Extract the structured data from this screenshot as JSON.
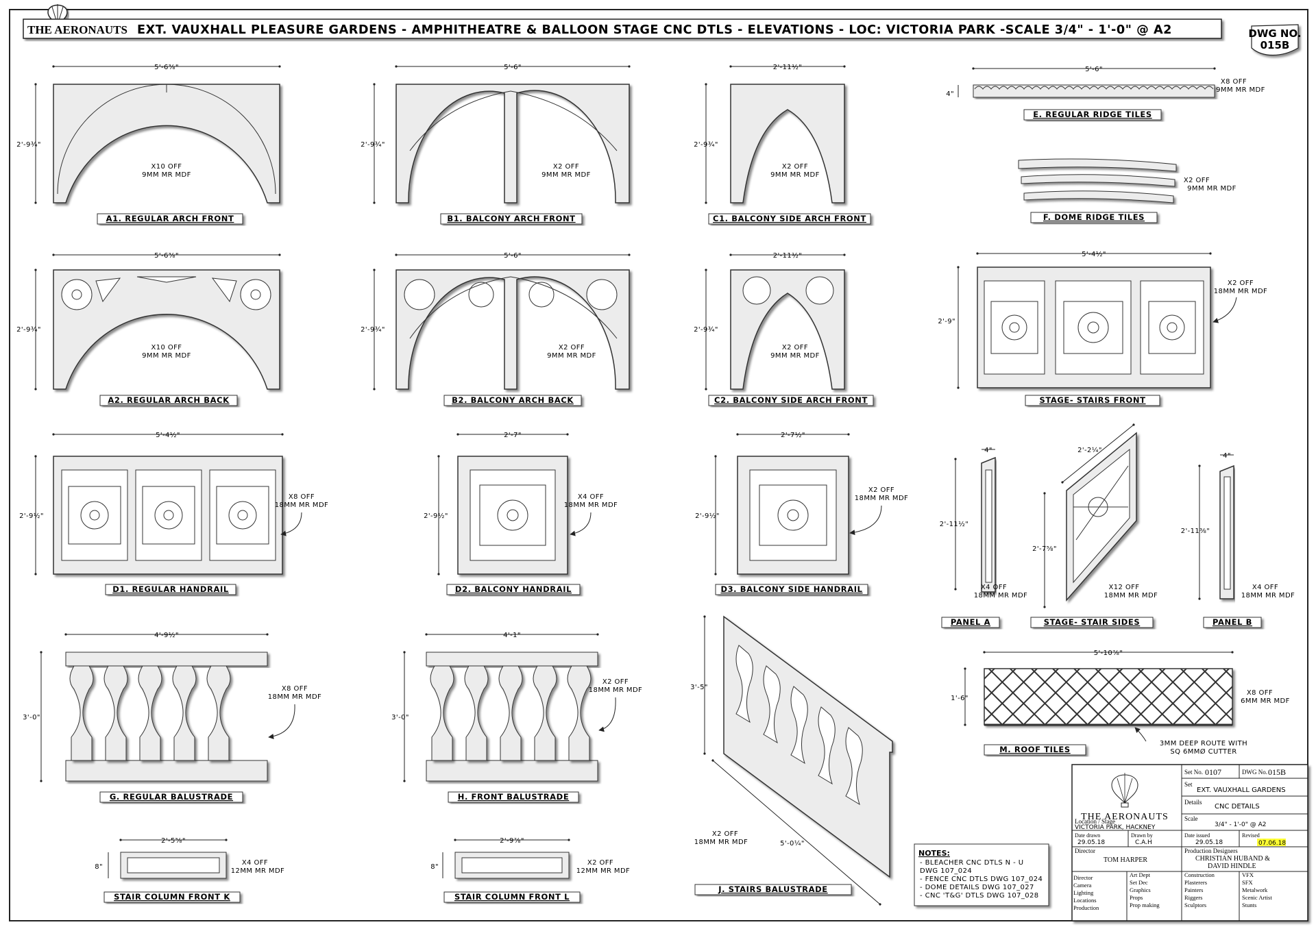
{
  "header": {
    "logo_text": "THE AERONAUTS",
    "title": "EXT. VAUXHALL PLEASURE GARDENS - AMPHITHEATRE & BALLOON STAGE CNC DTLS - ELEVATIONS - LOC: VICTORIA PARK -SCALE 3/4\" - 1'-0\" @ A2",
    "dwg_label": "DWG NO.",
    "dwg_number": "015B"
  },
  "details": {
    "a1": {
      "label": "A1. REGULAR ARCH FRONT",
      "width": "5'-6⅜\"",
      "height": "2'-9¾\"",
      "note1": "X10 OFF",
      "note2": "9MM MR MDF"
    },
    "b1": {
      "label": "B1. BALCONY ARCH FRONT",
      "width": "5'-6\"",
      "height": "2'-9¾\"",
      "note1": "X2 OFF",
      "note2": "9MM MR MDF"
    },
    "c1": {
      "label": "C1. BALCONY SIDE ARCH FRONT",
      "width": "2'-11½\"",
      "height": "2'-9¾\"",
      "note1": "X2 OFF",
      "note2": "9MM MR MDF"
    },
    "e": {
      "label": "E. REGULAR RIDGE TILES",
      "width": "5'-6\"",
      "height": "4\"",
      "note1": "X8 OFF",
      "note2": "9MM MR MDF"
    },
    "f": {
      "label": "F. DOME RIDGE TILES",
      "note1": "X2 OFF",
      "note2": "9MM MR MDF"
    },
    "a2": {
      "label": "A2. REGULAR ARCH BACK",
      "width": "5'-6⅜\"",
      "height": "2'-9¾\"",
      "note1": "X10 OFF",
      "note2": "9MM MR MDF"
    },
    "b2": {
      "label": "B2. BALCONY ARCH BACK",
      "width": "5'-6\"",
      "height": "2'-9¾\"",
      "note1": "X2 OFF",
      "note2": "9MM MR MDF"
    },
    "c2": {
      "label": "C2. BALCONY SIDE ARCH FRONT",
      "width": "2'-11½\"",
      "height": "2'-9¾\"",
      "note1": "X2 OFF",
      "note2": "9MM MR MDF"
    },
    "stairs_front": {
      "label": "STAGE- STAIRS FRONT",
      "width": "5'-4½\"",
      "height": "2'-9\"",
      "note1": "X2 OFF",
      "note2": "18MM MR MDF"
    },
    "d1": {
      "label": "D1. REGULAR HANDRAIL",
      "width": "5'-4½\"",
      "height": "2'-9½\"",
      "note1": "X8 OFF",
      "note2": "18MM MR MDF"
    },
    "d2": {
      "label": "D2. BALCONY HANDRAIL",
      "width": "2'-7\"",
      "height": "2'-9½\"",
      "note1": "X4 OFF",
      "note2": "18MM MR MDF"
    },
    "d3": {
      "label": "D3. BALCONY SIDE HANDRAIL",
      "width": "2'-7½\"",
      "height": "2'-9½\"",
      "note1": "X2 OFF",
      "note2": "18MM MR MDF"
    },
    "panel_a": {
      "label": "PANEL A",
      "width": "4\"",
      "height": "2'-11½\"",
      "note1": "X4 OFF",
      "note2": "18MM MR MDF"
    },
    "stair_sides": {
      "label": "STAGE- STAIR SIDES",
      "width": "2'-2¼\"",
      "height": "2'-7⅝\"",
      "note1": "X12 OFF",
      "note2": "18MM MR MDF"
    },
    "panel_b": {
      "label": "PANEL B",
      "width": "4\"",
      "height": "2'-11⅜\"",
      "note1": "X4 OFF",
      "note2": "18MM MR MDF"
    },
    "g": {
      "label": "G. REGULAR BALUSTRADE",
      "width": "4'-9½\"",
      "height": "3'-0\"",
      "note1": "X8 OFF",
      "note2": "18MM MR MDF"
    },
    "h": {
      "label": "H. FRONT BALUSTRADE",
      "width": "4'-1\"",
      "height": "3'-0\"",
      "note1": "X2 OFF",
      "note2": "18MM MR MDF"
    },
    "j": {
      "label": "J. STAIRS BALUSTRADE",
      "width": "5'-0¼\"",
      "height": "3'-5\"",
      "note1": "X2 OFF",
      "note2": "18MM MR MDF"
    },
    "m": {
      "label": "M. ROOF TILES",
      "width": "5'-10⅞\"",
      "height": "1'-6\"",
      "note1": "X8 OFF",
      "note2": "6MM MR MDF",
      "route1": "3MM DEEP ROUTE WITH",
      "route2": "SQ 6MMØ CUTTER"
    },
    "k": {
      "label": "STAIR COLUMN FRONT  K",
      "width": "2'-5⅝\"",
      "height": "8\"",
      "note1": "X4 OFF",
      "note2": "12MM MR MDF"
    },
    "l": {
      "label": "STAIR COLUMN FRONT  L",
      "width": "2'-9⅞\"",
      "height": "8\"",
      "note1": "X2 OFF",
      "note2": "12MM MR MDF"
    }
  },
  "notes": {
    "title": "NOTES:",
    "lines": [
      "- BLEACHER CNC DTLS N - U",
      "  DWG 107_024",
      "- FENCE CNC DTLS DWG 107_024",
      "- DOME DETAILS DWG 107_027",
      "- CNC 'T&G' DTLS DWG 107_028"
    ]
  },
  "title_block": {
    "set_no_label": "Set No.",
    "set_no": "0107",
    "dwg_no_label": "DWG No.",
    "dwg_no": "015B",
    "logo": "THE AERONAUTS",
    "set_label": "Set",
    "set": "EXT. VAUXHALL GARDENS",
    "details_label": "Details",
    "details": "CNC DETAILS",
    "location_label": "Location / Stage",
    "location": "VICTORIA PARK, HACKNEY",
    "scale_label": "Scale",
    "scale": "3/4\" - 1'-0\" @ A2",
    "date_drawn_label": "Date drawn",
    "date_drawn": "29.05.18",
    "drawn_by_label": "Drawn by",
    "drawn_by": "C.A.H",
    "date_issued_label": "Date issued",
    "date_issued": "29.05.18",
    "revised_label": "Revised",
    "revised": "07.06.18",
    "revised_highlight": "#ffff33",
    "director_label": "Director",
    "director": "TOM HARPER",
    "pd_label": "Production Designers",
    "pd1": "CHRISTIAN HUBAND  &",
    "pd2": "DAVID HINDLE",
    "dist_col1": [
      "Director",
      "Camera",
      "Lighting",
      "Locations",
      "Production"
    ],
    "dist_col2": [
      "Art Dept",
      "Set Dec",
      "Graphics",
      "Props",
      "Prop making"
    ],
    "dist_col3": [
      "Construction",
      "Plasterers",
      "Painters",
      "Riggers",
      "Sculptors"
    ],
    "dist_col4": [
      "VFX",
      "SFX",
      "Metalwork",
      "Scenic Artist",
      "Stunts"
    ]
  }
}
